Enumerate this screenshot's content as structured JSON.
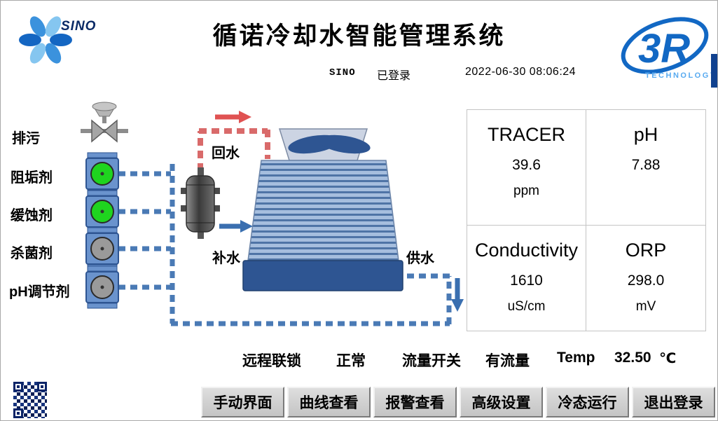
{
  "header": {
    "title": "循诺冷却水智能管理系统",
    "user": "SINO",
    "login_status": "已登录",
    "datetime": "2022-06-30 08:06:24"
  },
  "logos": {
    "sino": "SINO",
    "r3": "3R",
    "r3_sub": "TECHNOLOGY"
  },
  "diagram": {
    "valve_label": "排污",
    "pumps": [
      {
        "label": "阻垢剂",
        "state_color": "#1fd41f"
      },
      {
        "label": "缓蚀剂",
        "state_color": "#1fd41f"
      },
      {
        "label": "杀菌剂",
        "state_color": "#9a9a9a"
      },
      {
        "label": "pH调节剂",
        "state_color": "#9a9a9a"
      }
    ],
    "flow_labels": {
      "return": "回水",
      "makeup": "补水",
      "supply": "供水"
    }
  },
  "measurements": {
    "tracer": {
      "label": "TRACER",
      "value": "39.6",
      "unit": "ppm"
    },
    "ph": {
      "label": "pH",
      "value": "7.88",
      "unit": ""
    },
    "conductivity": {
      "label": "Conductivity",
      "value": "1610",
      "unit": "uS/cm"
    },
    "orp": {
      "label": "ORP",
      "value": "298.0",
      "unit": "mV"
    }
  },
  "status_bar": {
    "interlock_label": "远程联锁",
    "interlock_value": "正常",
    "flow_label": "流量开关",
    "flow_value": "有流量",
    "temp_label": "Temp",
    "temp_value": "32.50",
    "temp_unit": "℃"
  },
  "buttons": [
    "手动界面",
    "曲线查看",
    "报警查看",
    "高级设置",
    "冷态运行",
    "退出登录"
  ],
  "colors": {
    "accent_blue": "#2e5592",
    "pipe_blue": "#4a7ab5",
    "pipe_red": "#d96a6a",
    "pump_on": "#1fd41f",
    "pump_off": "#9a9a9a"
  }
}
